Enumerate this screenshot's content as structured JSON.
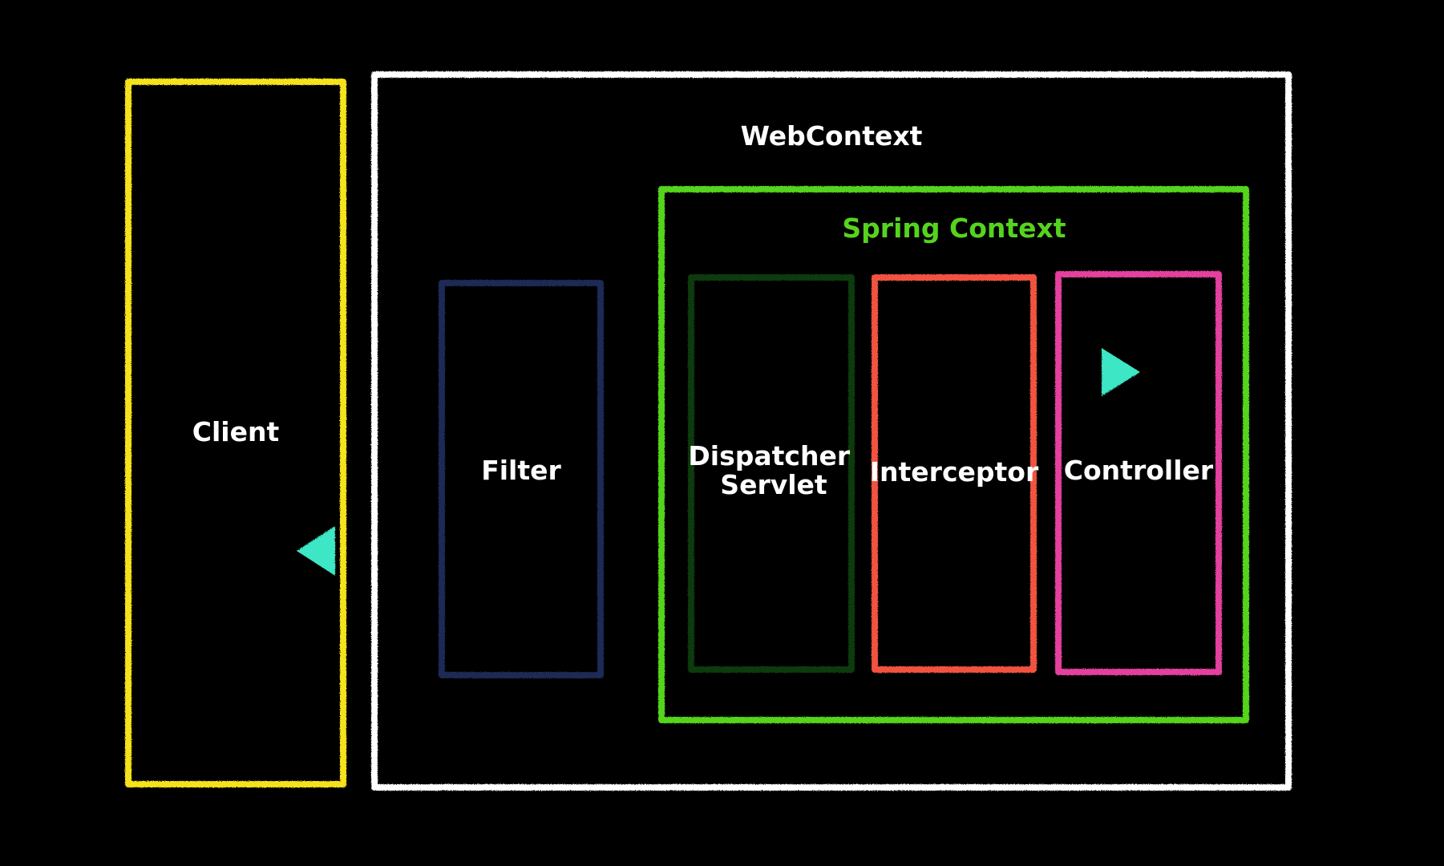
{
  "colors": {
    "background": "#000000",
    "client": "#f5e21c",
    "web_context": "#ffffff",
    "spring_context": "#55d41e",
    "filter": "#1c2b55",
    "dispatcher_servlet": "#0c3a0c",
    "interceptor": "#f2523f",
    "controller": "#e4409e",
    "arrow": "#3ee6c4",
    "label": "#ffffff"
  },
  "client": {
    "label": "Client"
  },
  "web_context": {
    "title": "WebContext"
  },
  "spring_context": {
    "title": "Spring Context"
  },
  "filter": {
    "label": "Filter"
  },
  "dispatcher_servlet": {
    "label_line1": "Dispatcher",
    "label_line2": "Servlet"
  },
  "interceptor": {
    "label": "Interceptor"
  },
  "controller": {
    "label": "Controller"
  },
  "arrows": {
    "request": {
      "icon": "arrow-right-icon"
    },
    "response": {
      "icon": "arrow-left-icon"
    }
  }
}
